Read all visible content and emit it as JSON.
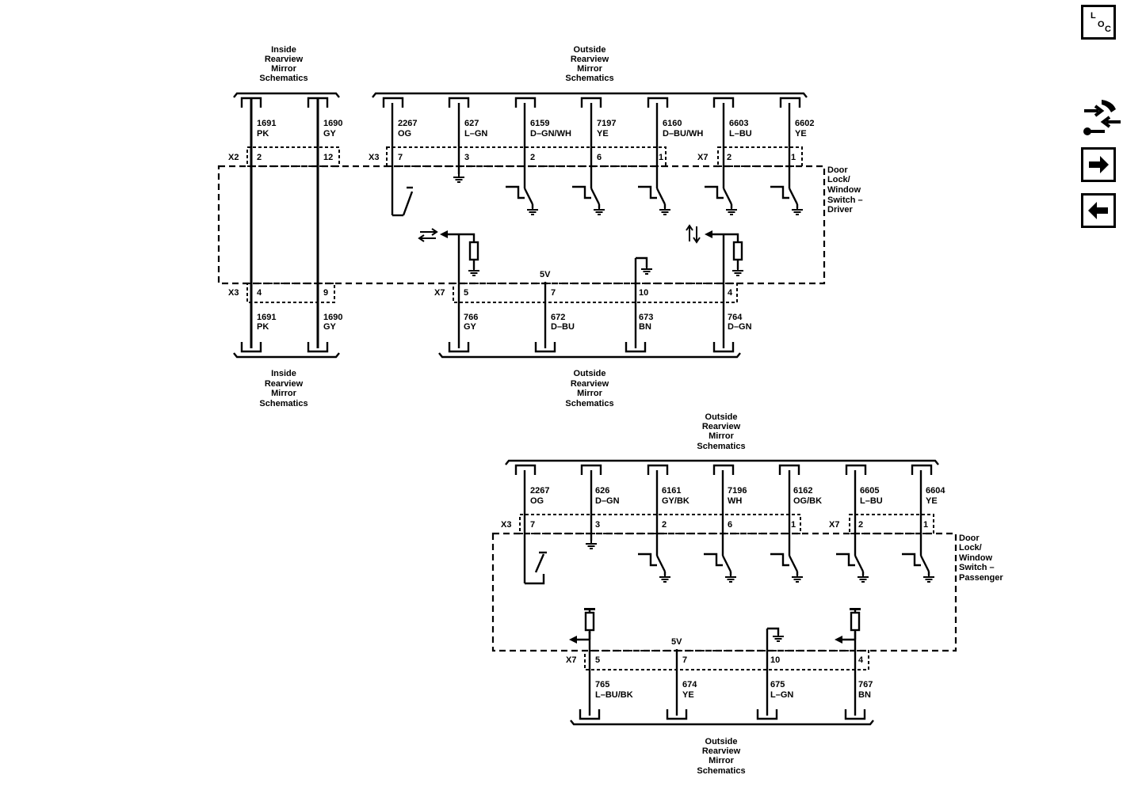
{
  "nav": {
    "loc_l": "L",
    "loc_o": "O",
    "loc_c": "C"
  },
  "captions": {
    "inside_mirror_top": [
      "Inside",
      "Rearview",
      "Mirror",
      "Schematics"
    ],
    "inside_mirror_bottom": [
      "Inside",
      "Rearview",
      "Mirror",
      "Schematics"
    ],
    "outside_mirror_top_driver": [
      "Outside",
      "Rearview",
      "Mirror",
      "Schematics"
    ],
    "outside_mirror_bottom_driver": [
      "Outside",
      "Rearview",
      "Mirror",
      "Schematics"
    ],
    "outside_mirror_top_passenger": [
      "Outside",
      "Rearview",
      "Mirror",
      "Schematics"
    ],
    "outside_mirror_bottom_passenger": [
      "Outside",
      "Rearview",
      "Mirror",
      "Schematics"
    ],
    "driver_switch": [
      "Door",
      "Lock/",
      "Window",
      "Switch –",
      "Driver"
    ],
    "passenger_switch": [
      "Door",
      "Lock/",
      "Window",
      "Switch –",
      "Passenger"
    ]
  },
  "driver": {
    "connectors": {
      "x2": "X2",
      "x3_top": "X3",
      "x7_top": "X7",
      "x3_bottom": "X3",
      "x7_bottom": "X7"
    },
    "inside_wires_top": [
      {
        "circuit": "1691",
        "color": "PK",
        "pin": "2"
      },
      {
        "circuit": "1690",
        "color": "GY",
        "pin": "12"
      }
    ],
    "inside_wires_bottom": [
      {
        "circuit": "1691",
        "color": "PK",
        "pin": "4"
      },
      {
        "circuit": "1690",
        "color": "GY",
        "pin": "9"
      }
    ],
    "outside_wires_top": [
      {
        "circuit": "2267",
        "color": "OG",
        "pin": "7"
      },
      {
        "circuit": "627",
        "color": "L–GN",
        "pin": "3"
      },
      {
        "circuit": "6159",
        "color": "D–GN/WH",
        "pin": "2"
      },
      {
        "circuit": "7197",
        "color": "YE",
        "pin": "6"
      },
      {
        "circuit": "6160",
        "color": "D–BU/WH",
        "pin": "1"
      },
      {
        "circuit": "6603",
        "color": "L–BU",
        "pin": "2"
      },
      {
        "circuit": "6602",
        "color": "YE",
        "pin": "1"
      }
    ],
    "outside_wires_bottom": [
      {
        "circuit": "766",
        "color": "GY",
        "pin": "5"
      },
      {
        "circuit": "672",
        "color": "D–BU",
        "pin": "7"
      },
      {
        "circuit": "673",
        "color": "BN",
        "pin": "10"
      },
      {
        "circuit": "764",
        "color": "D–GN",
        "pin": "4"
      }
    ],
    "supply": "5V"
  },
  "passenger": {
    "connectors": {
      "x3_top": "X3",
      "x7_top": "X7",
      "x7_bottom": "X7"
    },
    "outside_wires_top": [
      {
        "circuit": "2267",
        "color": "OG",
        "pin": "7"
      },
      {
        "circuit": "626",
        "color": "D–GN",
        "pin": "3"
      },
      {
        "circuit": "6161",
        "color": "GY/BK",
        "pin": "2"
      },
      {
        "circuit": "7196",
        "color": "WH",
        "pin": "6"
      },
      {
        "circuit": "6162",
        "color": "OG/BK",
        "pin": "1"
      },
      {
        "circuit": "6605",
        "color": "L–BU",
        "pin": "2"
      },
      {
        "circuit": "6604",
        "color": "YE",
        "pin": "1"
      }
    ],
    "outside_wires_bottom": [
      {
        "circuit": "765",
        "color": "L–BU/BK",
        "pin": "5"
      },
      {
        "circuit": "674",
        "color": "YE",
        "pin": "7"
      },
      {
        "circuit": "675",
        "color": "L–GN",
        "pin": "10"
      },
      {
        "circuit": "767",
        "color": "BN",
        "pin": "4"
      }
    ],
    "supply": "5V"
  }
}
